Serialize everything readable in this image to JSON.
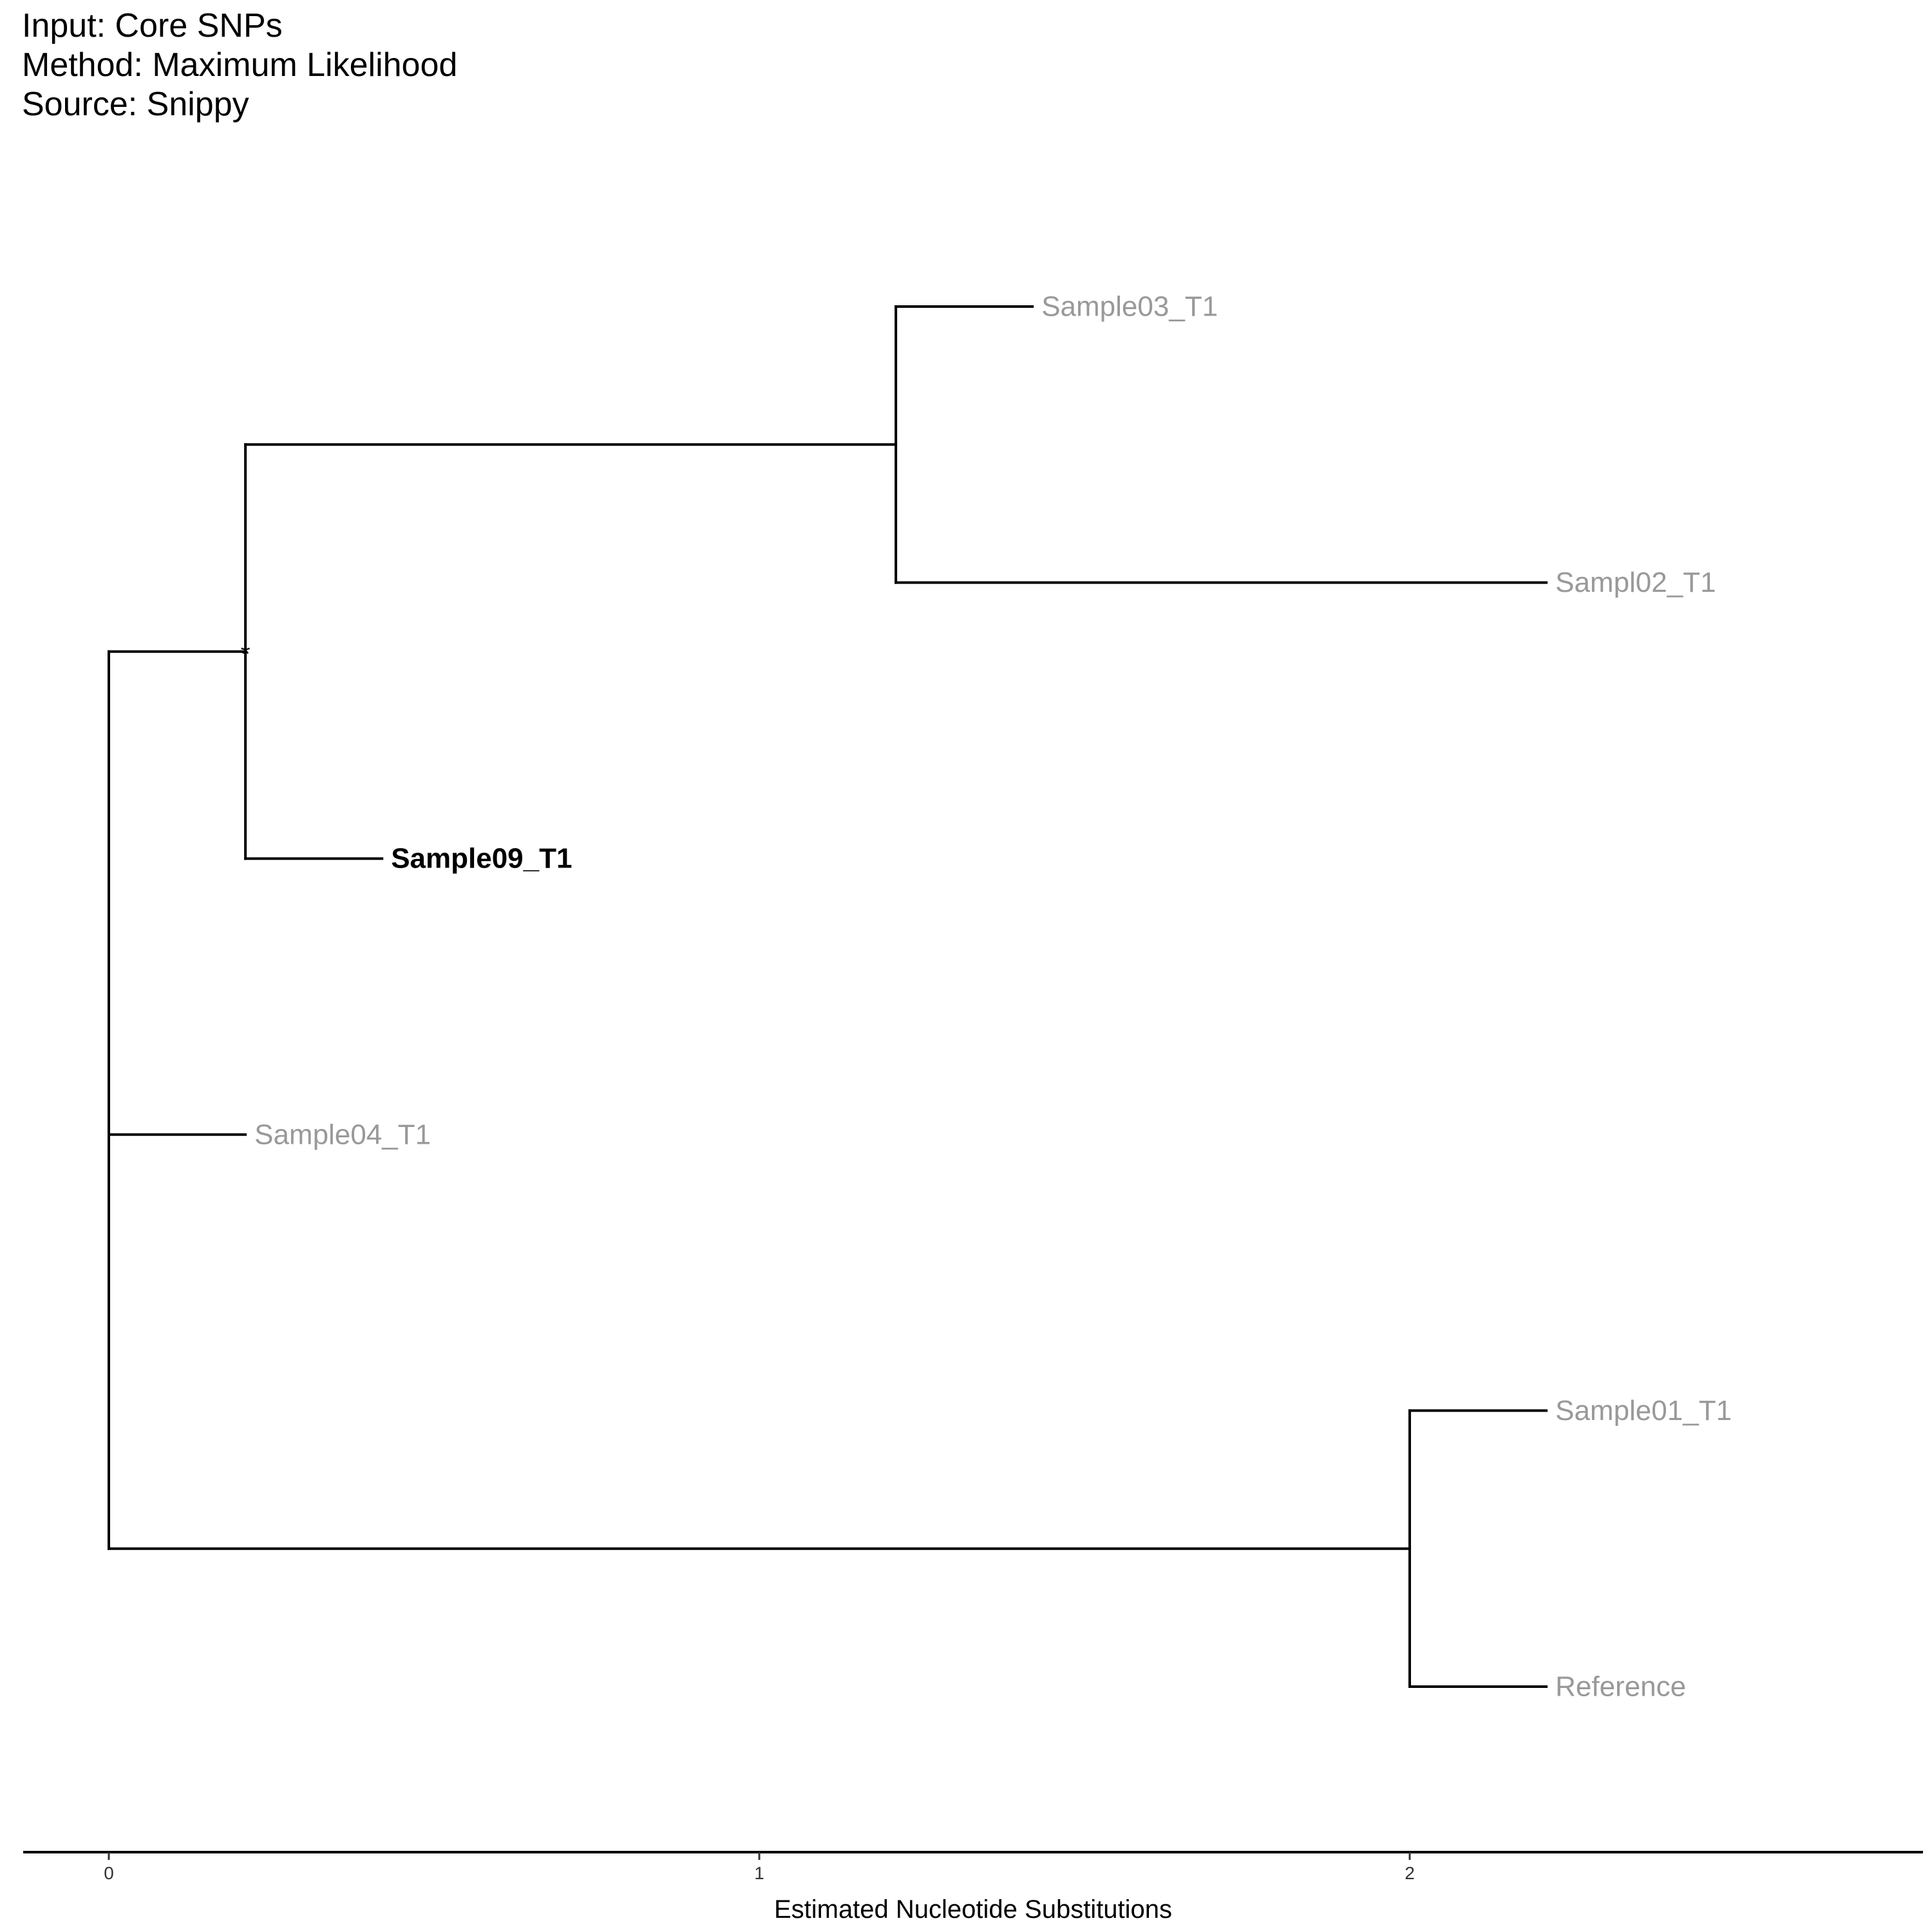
{
  "header": {
    "input_line": "Input: Core SNPs",
    "method_line": "Method: Maximum Likelihood",
    "source_line": "Source: Snippy"
  },
  "axis": {
    "title": "Estimated Nucleotide Substitutions",
    "ticks": [
      {
        "value": 0,
        "label": "0"
      },
      {
        "value": 1,
        "label": "1"
      },
      {
        "value": 2,
        "label": "2"
      }
    ],
    "xlim": [
      -0.13,
      2.79
    ]
  },
  "tree": {
    "type": "rectangular-phylogram",
    "support_marker": "*",
    "colors": {
      "branch": "#000000",
      "highlight_label": "#000000",
      "other_label": "#999999"
    },
    "tips": [
      {
        "label": "Sample03_T1",
        "x": 1.42,
        "order": 1,
        "highlight": false
      },
      {
        "label": "Sampl02_T1",
        "x": 2.21,
        "order": 2,
        "highlight": false
      },
      {
        "label": "Sample09_T1",
        "x": 0.42,
        "order": 3,
        "highlight": true
      },
      {
        "label": "Sample04_T1",
        "x": 0.21,
        "order": 4,
        "highlight": false
      },
      {
        "label": "Sample01_T1",
        "x": 2.21,
        "order": 5,
        "highlight": false
      },
      {
        "label": "Reference",
        "x": 2.21,
        "order": 6,
        "highlight": false
      }
    ],
    "internal_nodes": [
      {
        "id": "root",
        "x": 0.0,
        "children": [
          "n_a",
          "Sample04_T1",
          "n_c"
        ]
      },
      {
        "id": "n_a",
        "x": 0.21,
        "children": [
          "n_b",
          "Sample09_T1"
        ],
        "support": true
      },
      {
        "id": "n_b",
        "x": 1.21,
        "children": [
          "Sample03_T1",
          "Sampl02_T1"
        ]
      },
      {
        "id": "n_c",
        "x": 2.0,
        "children": [
          "Sample01_T1",
          "Reference"
        ]
      }
    ]
  }
}
